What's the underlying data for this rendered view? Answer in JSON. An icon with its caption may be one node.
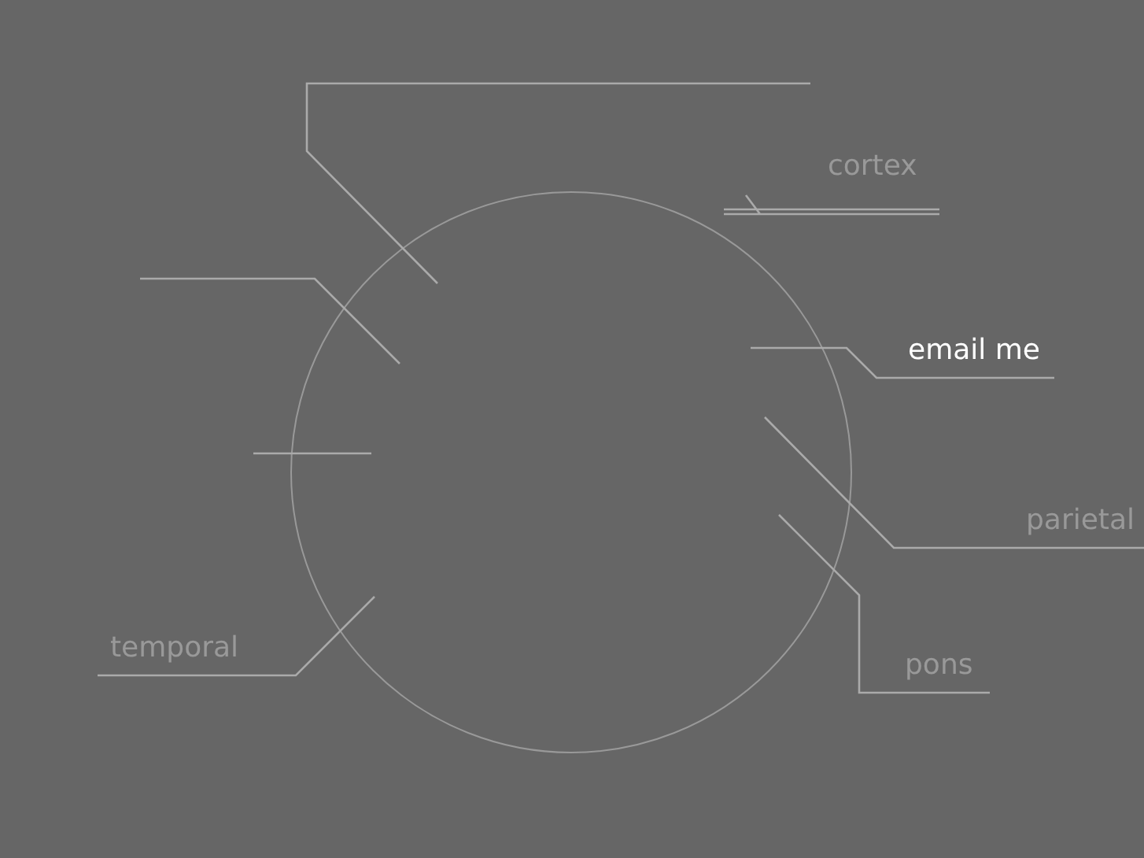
{
  "diagram": {
    "nodes": [
      {
        "text": [],
        "shape": "circle"
      },
      {
        "text": [
          "cortex"
        ]
      },
      {
        "text": [
          "email me"
        ]
      },
      {
        "text": [
          "parietal"
        ]
      },
      {
        "text": [
          "temporal"
        ]
      },
      {
        "text": [
          "pons"
        ]
      }
    ],
    "edges": [
      {
        "from": null,
        "to": 0,
        "arrow": "none"
      },
      {
        "from": 1,
        "to": null,
        "arrow": "none"
      },
      {
        "from": null,
        "to": 0,
        "arrow": "none"
      },
      {
        "from": 2,
        "to": 0,
        "arrow": "none"
      },
      {
        "from": null,
        "to": 0,
        "arrow": "none"
      },
      {
        "from": 3,
        "to": 0,
        "arrow": "none"
      },
      {
        "from": 4,
        "to": 0,
        "arrow": "none"
      },
      {
        "from": 5,
        "to": 0,
        "arrow": "none"
      }
    ]
  }
}
